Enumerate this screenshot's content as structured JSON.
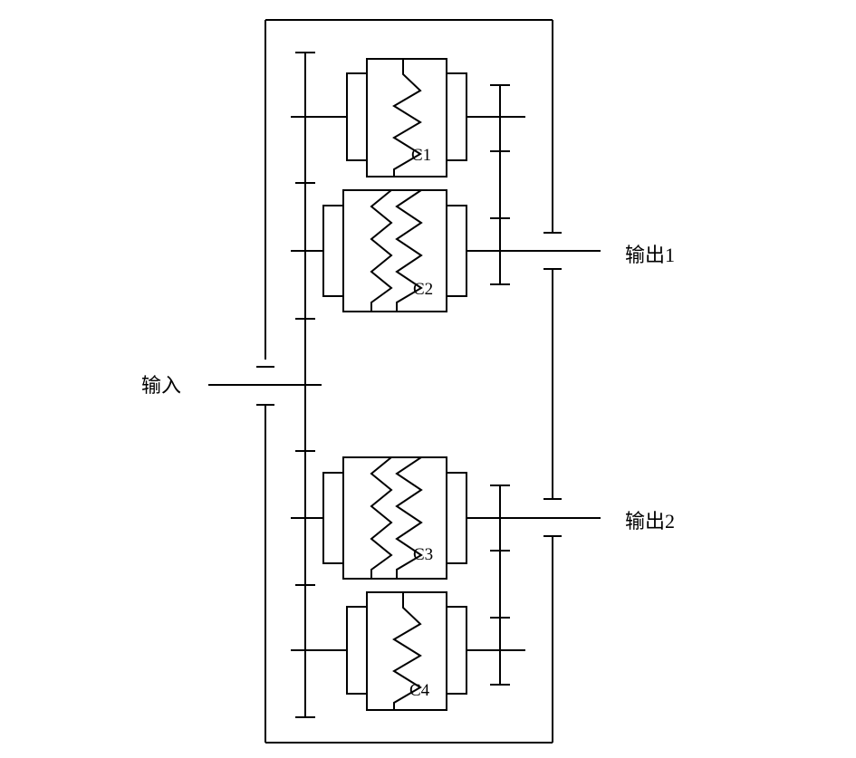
{
  "labels": {
    "input": "输入",
    "output1": "输出1",
    "output2": "输出2"
  },
  "clutches": [
    {
      "id": "C1",
      "label": "C1",
      "kind": "single"
    },
    {
      "id": "C2",
      "label": "C2",
      "kind": "double"
    },
    {
      "id": "C3",
      "label": "C3",
      "kind": "double"
    },
    {
      "id": "C4",
      "label": "C4",
      "kind": "single"
    }
  ]
}
